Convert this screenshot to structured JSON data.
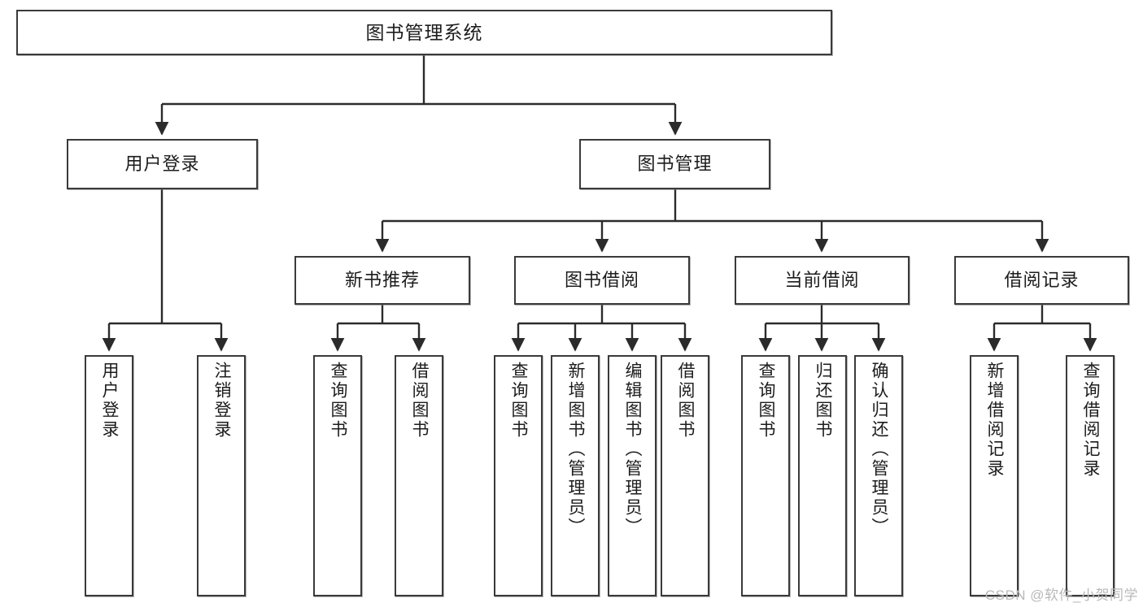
{
  "diagram": {
    "type": "tree",
    "title": "图书管理系统",
    "watermark": "CSDN @软件_小贺同学",
    "colors": {
      "box_stroke": "#3a3a3a",
      "box_fill": "#ffffff",
      "edge": "#2b2b2b",
      "text": "#1c1c1c",
      "watermark": "#b9b9b9"
    },
    "levels": {
      "root": {
        "label": "图书管理系统"
      },
      "level2": [
        {
          "label": "用户登录"
        },
        {
          "label": "图书管理"
        }
      ],
      "level3": [
        {
          "label": "新书推荐"
        },
        {
          "label": "图书借阅"
        },
        {
          "label": "当前借阅"
        },
        {
          "label": "借阅记录"
        }
      ],
      "leaves": {
        "user_login": [
          {
            "label": "用户登录"
          },
          {
            "label": "注销登录"
          }
        ],
        "new_book_recommend": [
          {
            "label": "查询图书"
          },
          {
            "label": "借阅图书"
          }
        ],
        "book_borrow": [
          {
            "label": "查询图书"
          },
          {
            "label": "新增图书（管理员）"
          },
          {
            "label": "编辑图书（管理员）"
          },
          {
            "label": "借阅图书"
          }
        ],
        "current_borrow": [
          {
            "label": "查询图书"
          },
          {
            "label": "归还图书"
          },
          {
            "label": "确认归还（管理员）"
          }
        ],
        "borrow_record": [
          {
            "label": "新增借阅记录"
          },
          {
            "label": "查询借阅记录"
          }
        ]
      }
    }
  }
}
